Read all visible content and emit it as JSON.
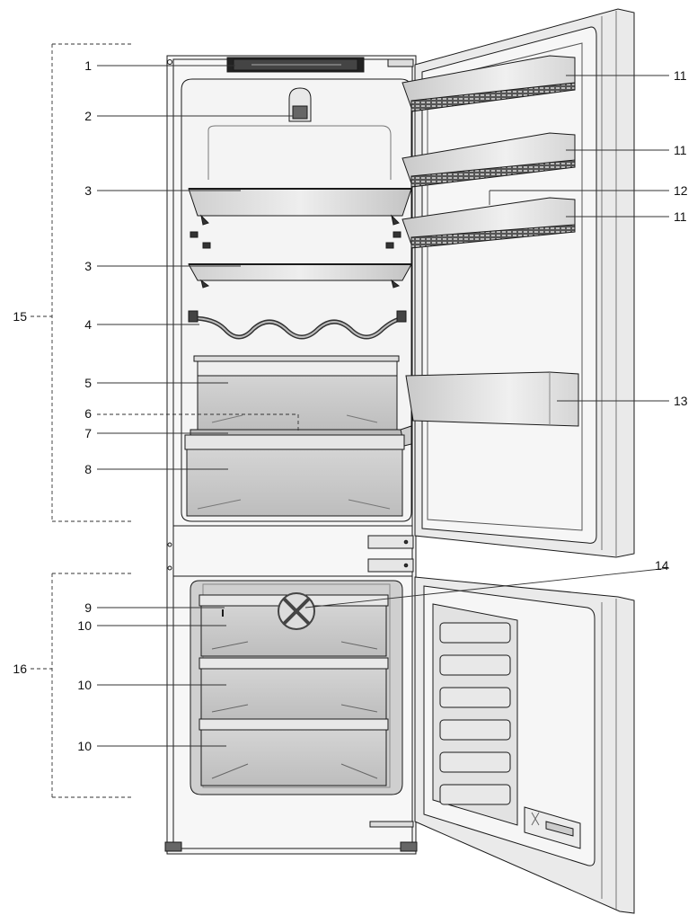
{
  "callouts": [
    {
      "id": "callout-1",
      "text": "1",
      "side": "left"
    },
    {
      "id": "callout-2",
      "text": "2",
      "side": "left"
    },
    {
      "id": "callout-3a",
      "text": "3",
      "side": "left"
    },
    {
      "id": "callout-3b",
      "text": "3",
      "side": "left"
    },
    {
      "id": "callout-4",
      "text": "4",
      "side": "left"
    },
    {
      "id": "callout-5",
      "text": "5",
      "side": "left"
    },
    {
      "id": "callout-6",
      "text": "6",
      "side": "left"
    },
    {
      "id": "callout-7",
      "text": "7",
      "side": "left"
    },
    {
      "id": "callout-8",
      "text": "8",
      "side": "left"
    },
    {
      "id": "callout-9",
      "text": "9",
      "side": "left"
    },
    {
      "id": "callout-10a",
      "text": "10",
      "side": "left"
    },
    {
      "id": "callout-10b",
      "text": "10",
      "side": "left"
    },
    {
      "id": "callout-10c",
      "text": "10",
      "side": "left"
    },
    {
      "id": "callout-11a",
      "text": "11",
      "side": "right"
    },
    {
      "id": "callout-11b",
      "text": "11",
      "side": "right"
    },
    {
      "id": "callout-11c",
      "text": "11",
      "side": "right"
    },
    {
      "id": "callout-12",
      "text": "12",
      "side": "right"
    },
    {
      "id": "callout-13",
      "text": "13",
      "side": "right"
    },
    {
      "id": "callout-14",
      "text": "14",
      "side": "right"
    },
    {
      "id": "callout-15",
      "text": "15",
      "side": "left"
    },
    {
      "id": "callout-16",
      "text": "16",
      "side": "left"
    }
  ],
  "colors": {
    "line": "#1a1a1a",
    "cabinet": "#f2f2f2",
    "glass": "#d9d9d9",
    "bin": "#c8c8c8",
    "door": "#e6e6e6",
    "dark": "#555555"
  }
}
